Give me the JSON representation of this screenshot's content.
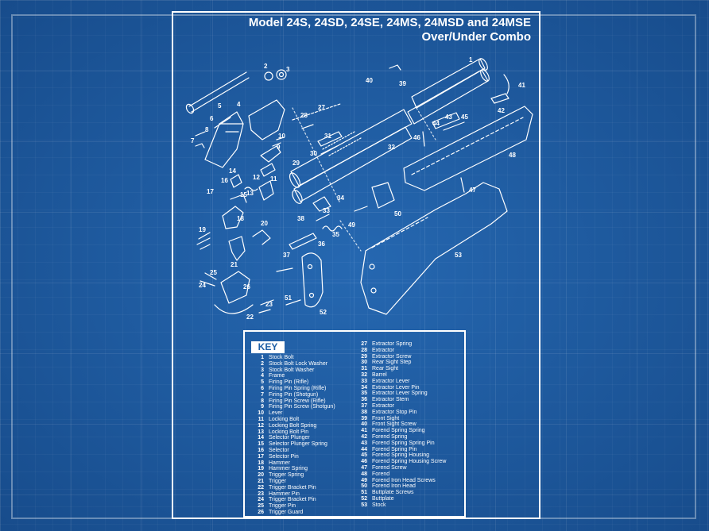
{
  "title": {
    "line1": "Model 24S, 24SD, 24SE, 24MS, 24MSD and 24MSE",
    "line2": "Over/Under Combo"
  },
  "key": {
    "heading": "KEY",
    "items": [
      {
        "n": "1",
        "label": "Stock Bolt"
      },
      {
        "n": "2",
        "label": "Stock Bolt Lock Washer"
      },
      {
        "n": "3",
        "label": "Stock Bolt Washer"
      },
      {
        "n": "4",
        "label": "Frame"
      },
      {
        "n": "5",
        "label": "Firing Pin (Rifle)"
      },
      {
        "n": "6",
        "label": "Firing Pin Spring (Rifle)"
      },
      {
        "n": "7",
        "label": "Firing Pin (Shotgun)"
      },
      {
        "n": "8",
        "label": "Firing Pin Screw (Rifle)"
      },
      {
        "n": "9",
        "label": "Firing Pin Screw (Shotgun)"
      },
      {
        "n": "10",
        "label": "Lever"
      },
      {
        "n": "11",
        "label": "Locking Bolt"
      },
      {
        "n": "12",
        "label": "Locking Bolt Spring"
      },
      {
        "n": "13",
        "label": "Locking Bolt Pin"
      },
      {
        "n": "14",
        "label": "Selector Plunger"
      },
      {
        "n": "15",
        "label": "Selector Plunger Spring"
      },
      {
        "n": "16",
        "label": "Selector"
      },
      {
        "n": "17",
        "label": "Selector Pin"
      },
      {
        "n": "18",
        "label": "Hammer"
      },
      {
        "n": "19",
        "label": "Hammer Spring"
      },
      {
        "n": "20",
        "label": "Trigger Spring"
      },
      {
        "n": "21",
        "label": "Trigger"
      },
      {
        "n": "22",
        "label": "Trigger Bracket Pin"
      },
      {
        "n": "23",
        "label": "Hammer Pin"
      },
      {
        "n": "24",
        "label": "Trigger Bracket Pin"
      },
      {
        "n": "25",
        "label": "Trigger Pin"
      },
      {
        "n": "26",
        "label": "Trigger Guard"
      },
      {
        "n": "27",
        "label": "Extractor Spring"
      },
      {
        "n": "28",
        "label": "Extractor"
      },
      {
        "n": "29",
        "label": "Extractor Screw"
      },
      {
        "n": "30",
        "label": "Rear Sight Step"
      },
      {
        "n": "31",
        "label": "Rear Sight"
      },
      {
        "n": "32",
        "label": "Barrel"
      },
      {
        "n": "33",
        "label": "Extractor Lever"
      },
      {
        "n": "34",
        "label": "Extractor Lever Pin"
      },
      {
        "n": "35",
        "label": "Extractor Lever Spring"
      },
      {
        "n": "36",
        "label": "Extractor Stem"
      },
      {
        "n": "37",
        "label": "Extractor"
      },
      {
        "n": "38",
        "label": "Extractor Stop Pin"
      },
      {
        "n": "39",
        "label": "Front Sight"
      },
      {
        "n": "40",
        "label": "Front Sight Screw"
      },
      {
        "n": "41",
        "label": "Forend Spring Spring"
      },
      {
        "n": "42",
        "label": "Forend Spring"
      },
      {
        "n": "43",
        "label": "Forend Spring Spring Pin"
      },
      {
        "n": "44",
        "label": "Forend Spring Pin"
      },
      {
        "n": "45",
        "label": "Forend Spring Housing"
      },
      {
        "n": "46",
        "label": "Forend Spring Housing Screw"
      },
      {
        "n": "47",
        "label": "Forend Screw"
      },
      {
        "n": "48",
        "label": "Forend"
      },
      {
        "n": "49",
        "label": "Forend Iron Head Screws"
      },
      {
        "n": "50",
        "label": "Forend Iron Head"
      },
      {
        "n": "51",
        "label": "Buttplate Screws"
      },
      {
        "n": "52",
        "label": "Buttplate"
      },
      {
        "n": "53",
        "label": "Stock"
      }
    ]
  },
  "callouts": [
    "1",
    "2",
    "3",
    "4",
    "5",
    "6",
    "7",
    "8",
    "9",
    "10",
    "11",
    "12",
    "13",
    "14",
    "15",
    "16",
    "17",
    "18",
    "19",
    "20",
    "21",
    "22",
    "23",
    "24",
    "25",
    "26",
    "27",
    "28",
    "29",
    "30",
    "31",
    "32",
    "33",
    "34",
    "35",
    "36",
    "37",
    "38",
    "39",
    "40",
    "41",
    "42",
    "43",
    "44",
    "45",
    "46",
    "47",
    "48",
    "49",
    "50",
    "51",
    "52",
    "53"
  ],
  "colors": {
    "background": "#1e5fa6",
    "line": "#ffffff"
  }
}
